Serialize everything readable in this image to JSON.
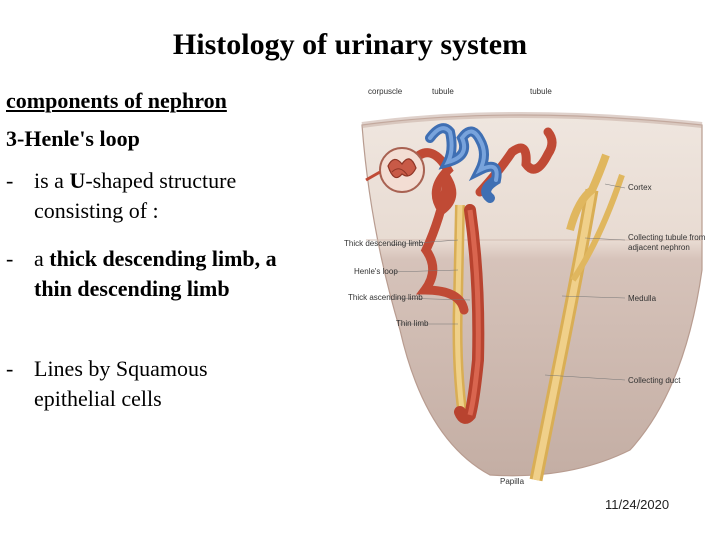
{
  "slide": {
    "title": "Histology of urinary system",
    "subtitle": "components of nephron",
    "section": "3-Henle's loop",
    "bullets": [
      {
        "dash": "-",
        "pre": "is a ",
        "bold": "U",
        "post": "-shaped structure",
        "cont": "consisting of :"
      },
      {
        "dash": "-",
        "pre": "a ",
        "bold": "thick descending limb, a",
        "post": "",
        "cont_bold": "thin descending limb"
      },
      {
        "dash": "-",
        "pre": "Lines by  Squamous",
        "bold": "",
        "post": "",
        "cont": "epithelial cells"
      }
    ],
    "date": "11/24/2020"
  },
  "figure": {
    "top_labels": {
      "corpuscle": "corpuscle",
      "tubule1": "tubule",
      "tubule2": "tubule"
    },
    "left_labels": {
      "thick_desc": "Thick descending limb",
      "henle": "Henle's loop",
      "thick_asc": "Thick ascending limb",
      "thin": "Thin limb"
    },
    "right_labels": {
      "cortex": "Cortex",
      "collecting_tubule_1": "Collecting tubule from",
      "collecting_tubule_2": "adjacent nephron",
      "medulla": "Medulla",
      "collecting_duct": "Collecting duct"
    },
    "bottom_labels": {
      "papilla": "Papilla"
    },
    "colors": {
      "tissue_top": "#ede3dc",
      "tissue_bottom": "#c8b2a8",
      "red_tubule": "#c84a36",
      "blue_tubule": "#4c7fc0",
      "yellow_tubule": "#e6c16e"
    }
  }
}
